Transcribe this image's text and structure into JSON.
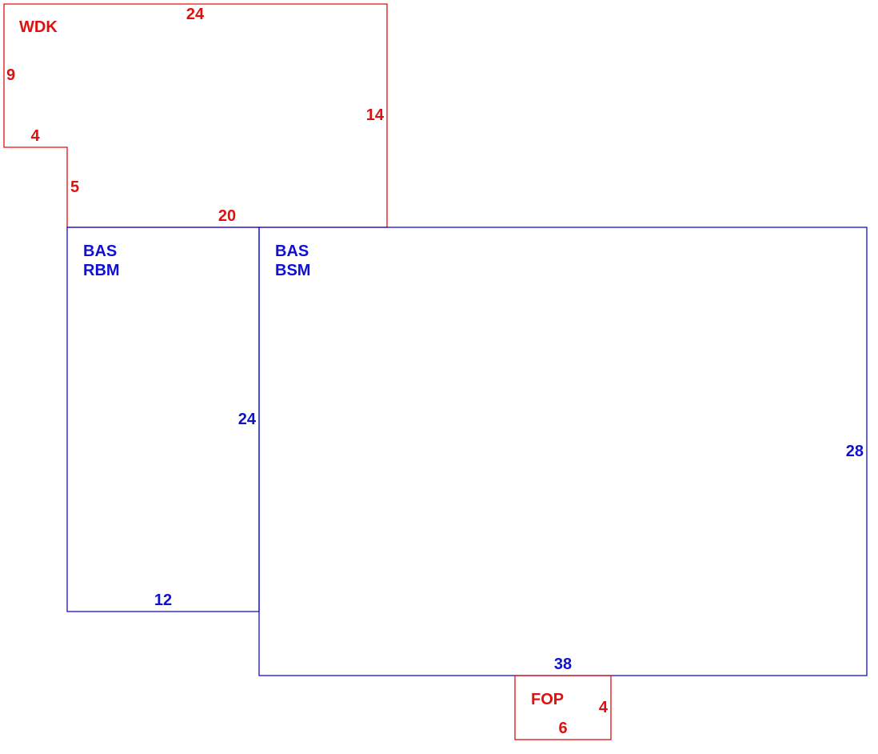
{
  "colors": {
    "red": "#e01010",
    "blue": "#1010d0"
  },
  "areas": {
    "wdk": {
      "code": "WDK",
      "dims": {
        "top": "24",
        "left": "9",
        "step_top": "4",
        "step_left": "5",
        "bottom": "20",
        "right": "14"
      }
    },
    "bas_rbm": {
      "code_1": "BAS",
      "code_2": "RBM",
      "dims": {
        "right": "24",
        "bottom": "12"
      }
    },
    "bas_bsm": {
      "code_1": "BAS",
      "code_2": "BSM",
      "dims": {
        "right": "28",
        "bottom": "38"
      }
    },
    "fop": {
      "code": "FOP",
      "dims": {
        "right": "4",
        "bottom": "6"
      }
    }
  }
}
